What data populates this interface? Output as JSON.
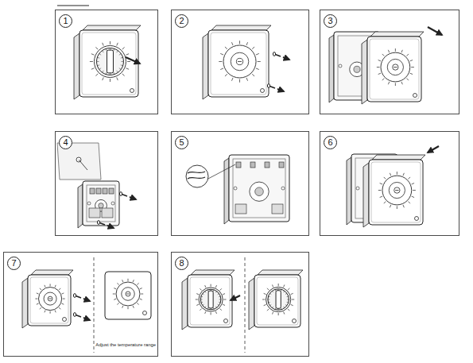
{
  "diagram": {
    "nodes": [
      {
        "text": [
          "1"
        ]
      },
      {
        "text": [
          "2"
        ]
      },
      {
        "text": [
          "3"
        ]
      },
      {
        "text": [
          "4"
        ]
      },
      {
        "text": [
          "5"
        ]
      },
      {
        "text": [
          "6"
        ]
      },
      {
        "text": [
          "7",
          "Adjust the temperature range"
        ]
      },
      {
        "text": [
          "8"
        ]
      }
    ]
  }
}
